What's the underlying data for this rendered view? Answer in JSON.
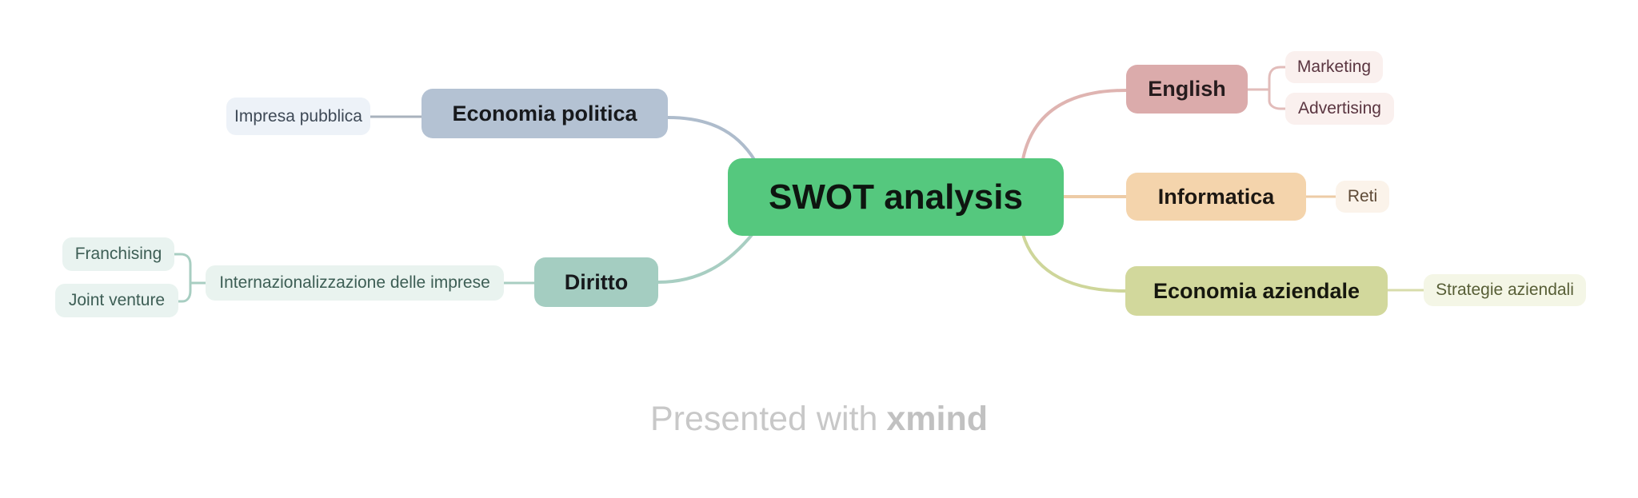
{
  "watermark": {
    "prefix": "Presented with",
    "brand": "xmind"
  },
  "colors": {
    "root_fill": "#55c87e",
    "branch_economia_politica": "#b4c2d3",
    "branch_diritto": "#a4cdc1",
    "branch_english": "#dbabab",
    "branch_informatica": "#f4d4ac",
    "branch_economia_aziendale": "#d2d89c",
    "canvas": "#ffffff"
  },
  "mindmap": {
    "root": {
      "label": "SWOT analysis",
      "color": "#55c87e"
    },
    "branches": [
      {
        "label": "Economia politica",
        "side": "left",
        "color": "#b4c2d3",
        "children": [
          {
            "label": "Impresa pubblica",
            "color": "#edf2f8"
          }
        ]
      },
      {
        "label": "Diritto",
        "side": "left",
        "color": "#a4cdc1",
        "children": [
          {
            "label": "Internazionalizzazione delle imprese",
            "color": "#e9f3ef",
            "children": [
              {
                "label": "Franchising",
                "color": "#e9f3f0"
              },
              {
                "label": "Joint venture",
                "color": "#e9f3f0"
              }
            ]
          }
        ]
      },
      {
        "label": "English",
        "side": "right",
        "color": "#dbabab",
        "children": [
          {
            "label": "Marketing",
            "color": "#faf0ee"
          },
          {
            "label": "Advertising",
            "color": "#faf0ee"
          }
        ]
      },
      {
        "label": "Informatica",
        "side": "right",
        "color": "#f4d4ac",
        "children": [
          {
            "label": "Reti",
            "color": "#fbf3ea"
          }
        ]
      },
      {
        "label": "Economia aziendale",
        "side": "right",
        "color": "#d2d89c",
        "children": [
          {
            "label": "Strategie aziendali",
            "color": "#f4f6e6"
          }
        ]
      }
    ]
  }
}
